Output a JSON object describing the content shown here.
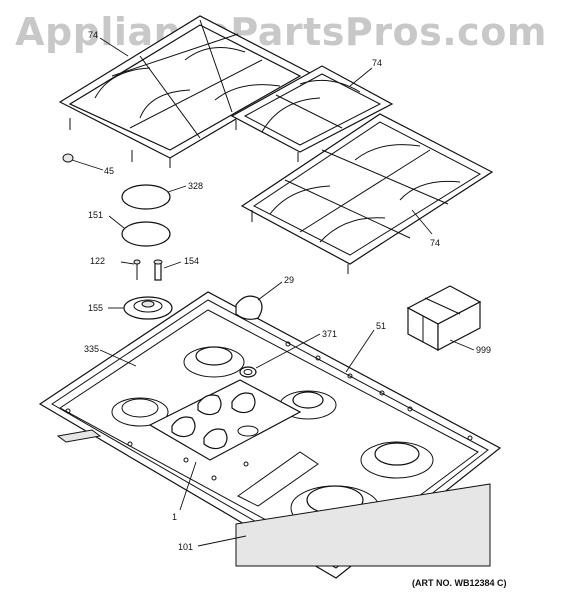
{
  "watermark": "AppliancePartsPros.com",
  "art_number": "(ART NO. WB12384 C)",
  "callouts": {
    "grate_left": "74",
    "grate_top_right": "74",
    "grate_bottom_right": "74",
    "foot": "45",
    "burner_cap_top": "328",
    "burner_cap": "151",
    "screw": "122",
    "electrode": "154",
    "burner_base": "155",
    "knob": "29",
    "grommet": "371",
    "bracket": "335",
    "cooktop": "51",
    "control_panel": "1",
    "gasket": "101",
    "box": "999"
  }
}
